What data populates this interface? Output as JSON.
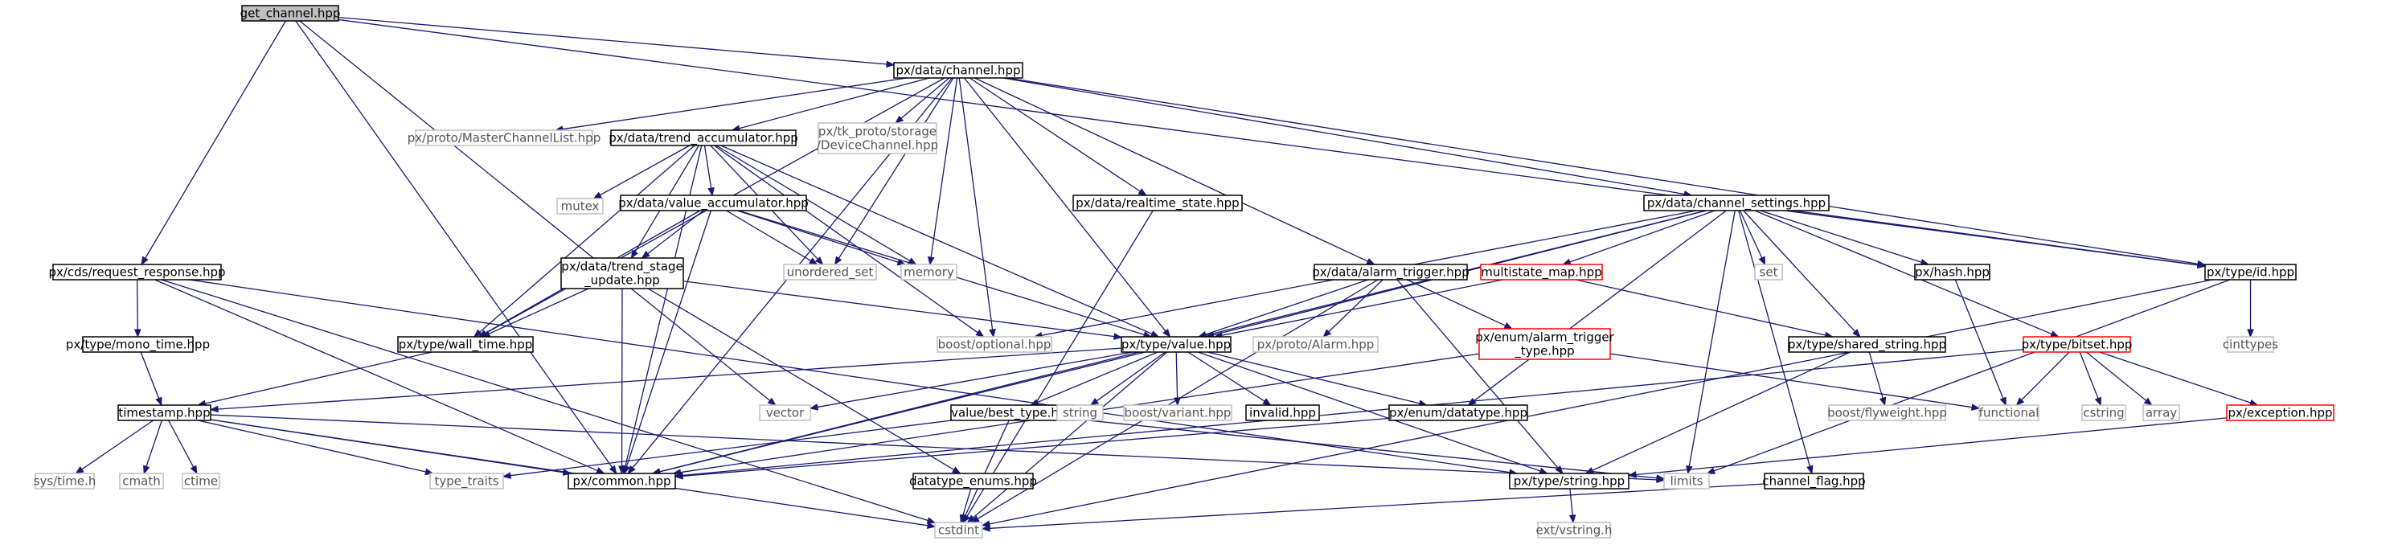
{
  "diagram": {
    "kind": "include-dependency-graph",
    "colors": {
      "edge": "#191970",
      "root_fill": "#bfbfbf",
      "root_border": "#000000",
      "node_border": "#000000",
      "incomplete_border": "#ff0000",
      "system_border": "#bfbfbf",
      "system_text": "#555555",
      "background": "#ffffff"
    },
    "nodes": [
      {
        "id": "get_channel",
        "lines": [
          "get_channel.hpp"
        ],
        "style": "root"
      },
      {
        "id": "data_channel",
        "lines": [
          "px/data/channel.hpp"
        ],
        "style": "normal"
      },
      {
        "id": "master_channel_list",
        "lines": [
          "px/proto/MasterChannelList.hpp"
        ],
        "style": "system"
      },
      {
        "id": "trend_accumulator",
        "lines": [
          "px/data/trend_accumulator.hpp"
        ],
        "style": "normal"
      },
      {
        "id": "device_channel",
        "lines": [
          "px/tk_proto/storage",
          "/DeviceChannel.hpp"
        ],
        "style": "system"
      },
      {
        "id": "realtime_state",
        "lines": [
          "px/data/realtime_state.hpp"
        ],
        "style": "normal"
      },
      {
        "id": "channel_settings",
        "lines": [
          "px/data/channel_settings.hpp"
        ],
        "style": "normal"
      },
      {
        "id": "mutex",
        "lines": [
          "mutex"
        ],
        "style": "system"
      },
      {
        "id": "value_accumulator",
        "lines": [
          "px/data/value_accumulator.hpp"
        ],
        "style": "normal"
      },
      {
        "id": "unordered_set",
        "lines": [
          "unordered_set"
        ],
        "style": "system"
      },
      {
        "id": "memory",
        "lines": [
          "memory"
        ],
        "style": "system"
      },
      {
        "id": "request_response",
        "lines": [
          "px/cds/request_response.hpp"
        ],
        "style": "normal"
      },
      {
        "id": "trend_stage_update",
        "lines": [
          "px/data/trend_stage",
          "_update.hpp"
        ],
        "style": "normal"
      },
      {
        "id": "alarm_trigger",
        "lines": [
          "px/data/alarm_trigger.hpp"
        ],
        "style": "normal"
      },
      {
        "id": "multistate_map",
        "lines": [
          "multistate_map.hpp"
        ],
        "style": "incomplete"
      },
      {
        "id": "set",
        "lines": [
          "set"
        ],
        "style": "system"
      },
      {
        "id": "hash",
        "lines": [
          "px/hash.hpp"
        ],
        "style": "normal"
      },
      {
        "id": "type_id",
        "lines": [
          "px/type/id.hpp"
        ],
        "style": "normal"
      },
      {
        "id": "mono_time",
        "lines": [
          "px/type/mono_time.hpp"
        ],
        "style": "normal"
      },
      {
        "id": "wall_time",
        "lines": [
          "px/type/wall_time.hpp"
        ],
        "style": "normal"
      },
      {
        "id": "boost_optional",
        "lines": [
          "boost/optional.hpp"
        ],
        "style": "system"
      },
      {
        "id": "type_value",
        "lines": [
          "px/type/value.hpp"
        ],
        "style": "normal"
      },
      {
        "id": "proto_alarm",
        "lines": [
          "px/proto/Alarm.hpp"
        ],
        "style": "system"
      },
      {
        "id": "alarm_trigger_type",
        "lines": [
          "px/enum/alarm_trigger",
          "_type.hpp"
        ],
        "style": "incomplete"
      },
      {
        "id": "shared_string",
        "lines": [
          "px/type/shared_string.hpp"
        ],
        "style": "normal"
      },
      {
        "id": "bitset",
        "lines": [
          "px/type/bitset.hpp"
        ],
        "style": "incomplete"
      },
      {
        "id": "cinttypes",
        "lines": [
          "cinttypes"
        ],
        "style": "system"
      },
      {
        "id": "timestamp",
        "lines": [
          "timestamp.hpp"
        ],
        "style": "normal"
      },
      {
        "id": "vector",
        "lines": [
          "vector"
        ],
        "style": "system"
      },
      {
        "id": "best_type",
        "lines": [
          "value/best_type.hpp"
        ],
        "style": "normal"
      },
      {
        "id": "string",
        "lines": [
          "string"
        ],
        "style": "system"
      },
      {
        "id": "boost_variant",
        "lines": [
          "boost/variant.hpp"
        ],
        "style": "system"
      },
      {
        "id": "invalid",
        "lines": [
          "invalid.hpp"
        ],
        "style": "normal"
      },
      {
        "id": "datatype",
        "lines": [
          "px/enum/datatype.hpp"
        ],
        "style": "normal"
      },
      {
        "id": "boost_flyweight",
        "lines": [
          "boost/flyweight.hpp"
        ],
        "style": "system"
      },
      {
        "id": "functional",
        "lines": [
          "functional"
        ],
        "style": "system"
      },
      {
        "id": "cstring",
        "lines": [
          "cstring"
        ],
        "style": "system"
      },
      {
        "id": "array",
        "lines": [
          "array"
        ],
        "style": "system"
      },
      {
        "id": "exception",
        "lines": [
          "px/exception.hpp"
        ],
        "style": "incomplete"
      },
      {
        "id": "sys_time",
        "lines": [
          "sys/time.h"
        ],
        "style": "system"
      },
      {
        "id": "cmath",
        "lines": [
          "cmath"
        ],
        "style": "system"
      },
      {
        "id": "ctime",
        "lines": [
          "ctime"
        ],
        "style": "system"
      },
      {
        "id": "type_traits",
        "lines": [
          "type_traits"
        ],
        "style": "system"
      },
      {
        "id": "common",
        "lines": [
          "px/common.hpp"
        ],
        "style": "normal"
      },
      {
        "id": "datatype_enums",
        "lines": [
          "datatype_enums.hpp"
        ],
        "style": "normal"
      },
      {
        "id": "type_string",
        "lines": [
          "px/type/string.hpp"
        ],
        "style": "normal"
      },
      {
        "id": "limits",
        "lines": [
          "limits"
        ],
        "style": "system"
      },
      {
        "id": "channel_flag",
        "lines": [
          "channel_flag.hpp"
        ],
        "style": "normal"
      },
      {
        "id": "cstdint",
        "lines": [
          "cstdint"
        ],
        "style": "system"
      },
      {
        "id": "vstring",
        "lines": [
          "ext/vstring.h"
        ],
        "style": "system"
      }
    ],
    "edges": [
      [
        "get_channel",
        "data_channel"
      ],
      [
        "get_channel",
        "request_response"
      ],
      [
        "get_channel",
        "type_id"
      ],
      [
        "get_channel",
        "common"
      ],
      [
        "get_channel",
        "vector"
      ],
      [
        "data_channel",
        "master_channel_list"
      ],
      [
        "data_channel",
        "trend_accumulator"
      ],
      [
        "data_channel",
        "device_channel"
      ],
      [
        "data_channel",
        "realtime_state"
      ],
      [
        "data_channel",
        "channel_settings"
      ],
      [
        "data_channel",
        "alarm_trigger"
      ],
      [
        "data_channel",
        "unordered_set"
      ],
      [
        "data_channel",
        "memory"
      ],
      [
        "data_channel",
        "boost_optional"
      ],
      [
        "data_channel",
        "type_value"
      ],
      [
        "data_channel",
        "wall_time"
      ],
      [
        "data_channel",
        "common"
      ],
      [
        "data_channel",
        "type_id"
      ],
      [
        "trend_accumulator",
        "mutex"
      ],
      [
        "trend_accumulator",
        "value_accumulator"
      ],
      [
        "trend_accumulator",
        "unordered_set"
      ],
      [
        "trend_accumulator",
        "memory"
      ],
      [
        "trend_accumulator",
        "trend_stage_update"
      ],
      [
        "trend_accumulator",
        "wall_time"
      ],
      [
        "trend_accumulator",
        "boost_optional"
      ],
      [
        "trend_accumulator",
        "type_value"
      ],
      [
        "trend_accumulator",
        "common"
      ],
      [
        "value_accumulator",
        "unordered_set"
      ],
      [
        "value_accumulator",
        "memory"
      ],
      [
        "value_accumulator",
        "trend_stage_update"
      ],
      [
        "value_accumulator",
        "wall_time"
      ],
      [
        "value_accumulator",
        "type_value"
      ],
      [
        "value_accumulator",
        "common"
      ],
      [
        "realtime_state",
        "cstdint"
      ],
      [
        "channel_settings",
        "multistate_map"
      ],
      [
        "channel_settings",
        "set"
      ],
      [
        "channel_settings",
        "hash"
      ],
      [
        "channel_settings",
        "type_id"
      ],
      [
        "channel_settings",
        "shared_string"
      ],
      [
        "channel_settings",
        "bitset"
      ],
      [
        "channel_settings",
        "boost_optional"
      ],
      [
        "channel_settings",
        "type_value"
      ],
      [
        "channel_settings",
        "datatype"
      ],
      [
        "channel_settings",
        "limits"
      ],
      [
        "channel_settings",
        "channel_flag"
      ],
      [
        "channel_settings",
        "common"
      ],
      [
        "request_response",
        "mono_time"
      ],
      [
        "request_response",
        "cstdint"
      ],
      [
        "request_response",
        "type_string"
      ],
      [
        "request_response",
        "common"
      ],
      [
        "trend_stage_update",
        "wall_time"
      ],
      [
        "trend_stage_update",
        "type_value"
      ],
      [
        "trend_stage_update",
        "common"
      ],
      [
        "trend_stage_update",
        "datatype_enums"
      ],
      [
        "alarm_trigger",
        "type_value"
      ],
      [
        "alarm_trigger",
        "proto_alarm"
      ],
      [
        "alarm_trigger",
        "alarm_trigger_type"
      ],
      [
        "alarm_trigger",
        "type_string"
      ],
      [
        "alarm_trigger",
        "cstdint"
      ],
      [
        "multistate_map",
        "type_value"
      ],
      [
        "multistate_map",
        "shared_string"
      ],
      [
        "hash",
        "functional"
      ],
      [
        "type_id",
        "cinttypes"
      ],
      [
        "type_id",
        "limits"
      ],
      [
        "type_id",
        "cstdint"
      ],
      [
        "mono_time",
        "timestamp"
      ],
      [
        "wall_time",
        "timestamp"
      ],
      [
        "type_value",
        "timestamp"
      ],
      [
        "type_value",
        "vector"
      ],
      [
        "type_value",
        "best_type"
      ],
      [
        "type_value",
        "string"
      ],
      [
        "type_value",
        "boost_variant"
      ],
      [
        "type_value",
        "invalid"
      ],
      [
        "type_value",
        "datatype"
      ],
      [
        "type_value",
        "type_string"
      ],
      [
        "type_value",
        "cstdint"
      ],
      [
        "type_value",
        "common"
      ],
      [
        "alarm_trigger_type",
        "functional"
      ],
      [
        "alarm_trigger_type",
        "common"
      ],
      [
        "shared_string",
        "boost_flyweight"
      ],
      [
        "shared_string",
        "type_string"
      ],
      [
        "bitset",
        "functional"
      ],
      [
        "bitset",
        "cstring"
      ],
      [
        "bitset",
        "array"
      ],
      [
        "bitset",
        "exception"
      ],
      [
        "bitset",
        "common"
      ],
      [
        "exception",
        "type_string"
      ],
      [
        "timestamp",
        "sys_time"
      ],
      [
        "timestamp",
        "cmath"
      ],
      [
        "timestamp",
        "ctime"
      ],
      [
        "timestamp",
        "type_traits"
      ],
      [
        "timestamp",
        "common"
      ],
      [
        "timestamp",
        "limits"
      ],
      [
        "timestamp",
        "cstdint"
      ],
      [
        "best_type",
        "type_traits"
      ],
      [
        "best_type",
        "limits"
      ],
      [
        "best_type",
        "cstdint"
      ],
      [
        "datatype",
        "common"
      ],
      [
        "datatype_enums",
        "cstdint"
      ],
      [
        "type_string",
        "vstring"
      ],
      [
        "channel_flag",
        "cstdint"
      ]
    ]
  }
}
